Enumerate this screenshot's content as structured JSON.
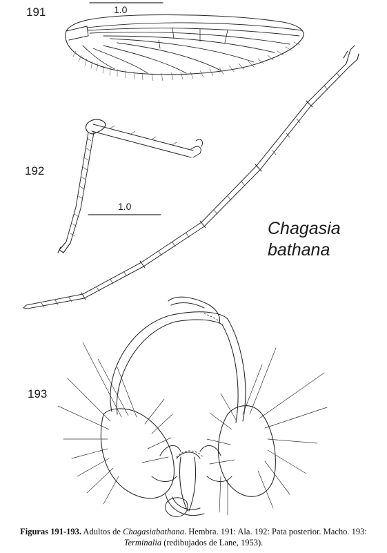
{
  "labels": {
    "fig191": "191",
    "fig192": "192",
    "fig193": "193",
    "scale_wing": "1.0",
    "scale_leg": "1.0"
  },
  "species": {
    "line1": "Chagasia",
    "line2": "bathana"
  },
  "caption": {
    "lead": "Figuras 191-193.",
    "part1": " Adultos de ",
    "genus_species": "Chagasiabathana",
    "part2": ". Hembra. 191: Ala. 192: Pata posterior. Macho. 193:",
    "term": "Terminalia",
    "part3": " (redibujados de Lane, 1953)."
  }
}
